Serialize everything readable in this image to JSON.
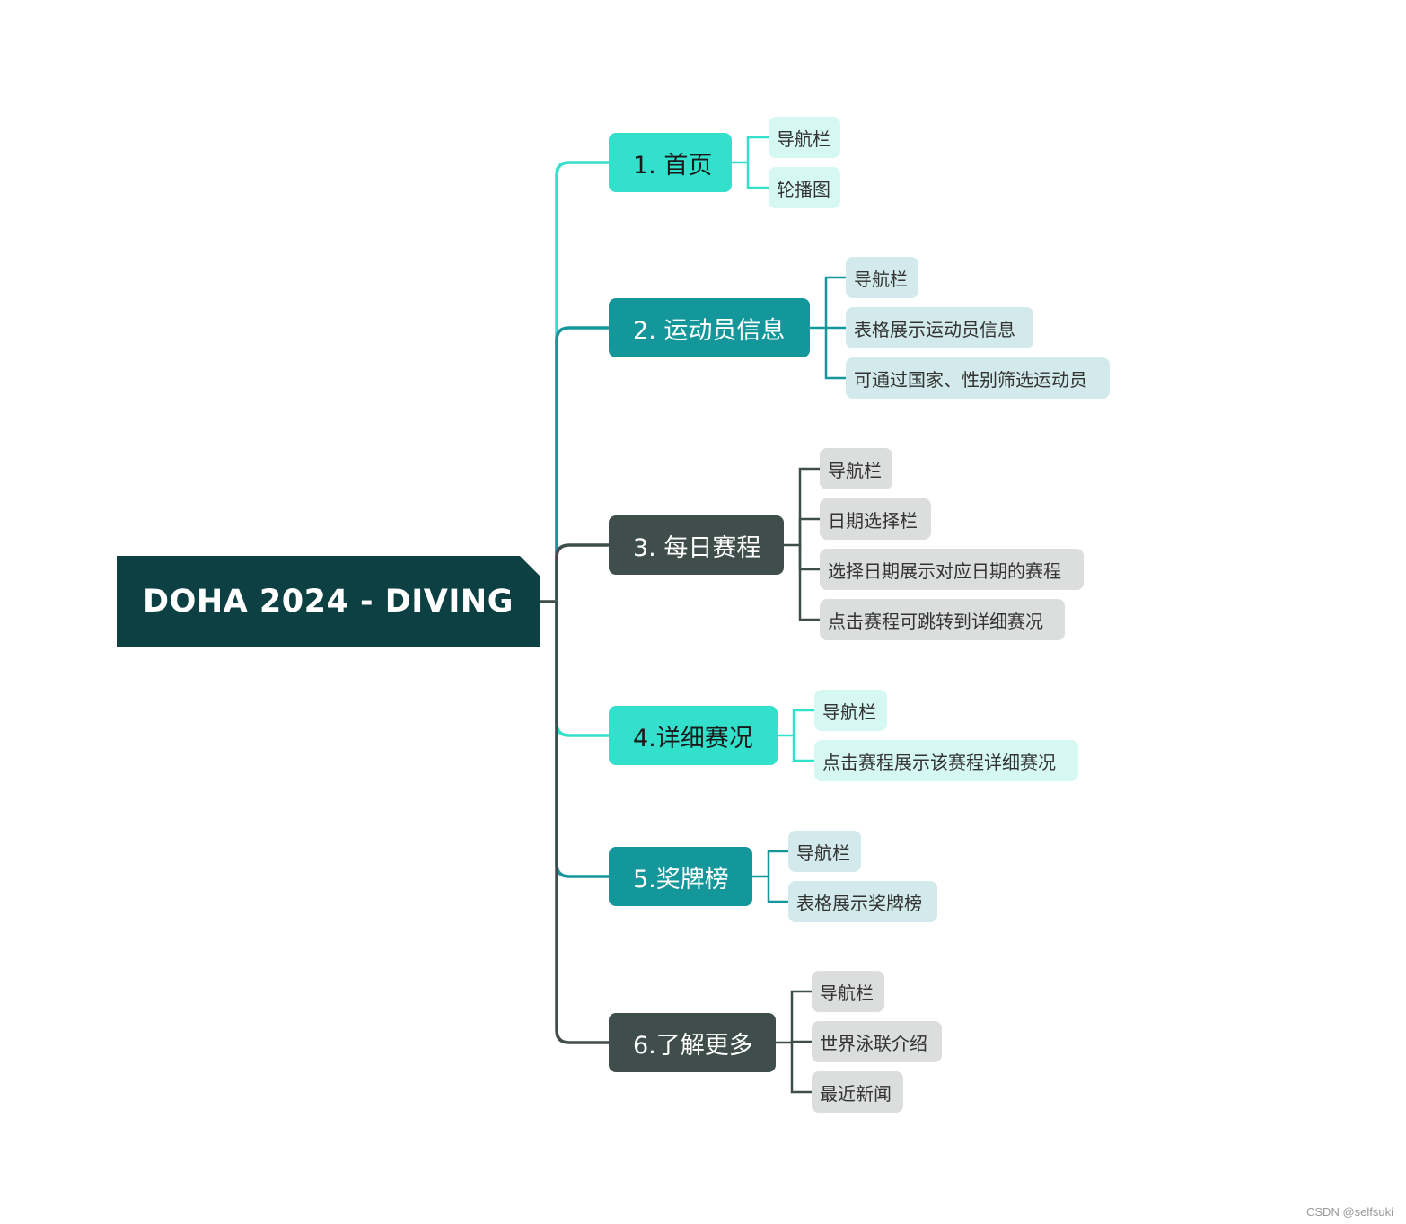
{
  "root": {
    "title": "DOHA 2024 - DIVING",
    "color": "#0d4043"
  },
  "branches": [
    {
      "label": "1. 首页",
      "color": "#33e0cb",
      "text_color": "#1a1a1a",
      "leaf_color": "#d6f8f3",
      "leaves": [
        "导航栏",
        "轮播图"
      ]
    },
    {
      "label": "2. 运动员信息",
      "color": "#14979b",
      "text_color": "#ffffff",
      "leaf_color": "#d2eaeb",
      "leaves": [
        "导航栏",
        "表格展示运动员信息",
        "可通过国家、性别筛选运动员"
      ]
    },
    {
      "label": "3. 每日赛程",
      "color": "#3f4e4b",
      "text_color": "#ffffff",
      "leaf_color": "#dcdede",
      "leaves": [
        "导航栏",
        "日期选择栏",
        "选择日期展示对应日期的赛程",
        "点击赛程可跳转到详细赛况"
      ]
    },
    {
      "label": "4.详细赛况",
      "color": "#33e0cb",
      "text_color": "#1a1a1a",
      "leaf_color": "#d6f8f3",
      "leaves": [
        "导航栏",
        "点击赛程展示该赛程详细赛况"
      ]
    },
    {
      "label": "5.奖牌榜",
      "color": "#14979b",
      "text_color": "#ffffff",
      "leaf_color": "#d2eaeb",
      "leaves": [
        "导航栏",
        "表格展示奖牌榜"
      ]
    },
    {
      "label": "6.了解更多",
      "color": "#3f4e4b",
      "text_color": "#ffffff",
      "leaf_color": "#dcdede",
      "leaves": [
        "导航栏",
        "世界泳联介绍",
        "最近新闻"
      ]
    }
  ],
  "watermark": "CSDN @selfsuki"
}
